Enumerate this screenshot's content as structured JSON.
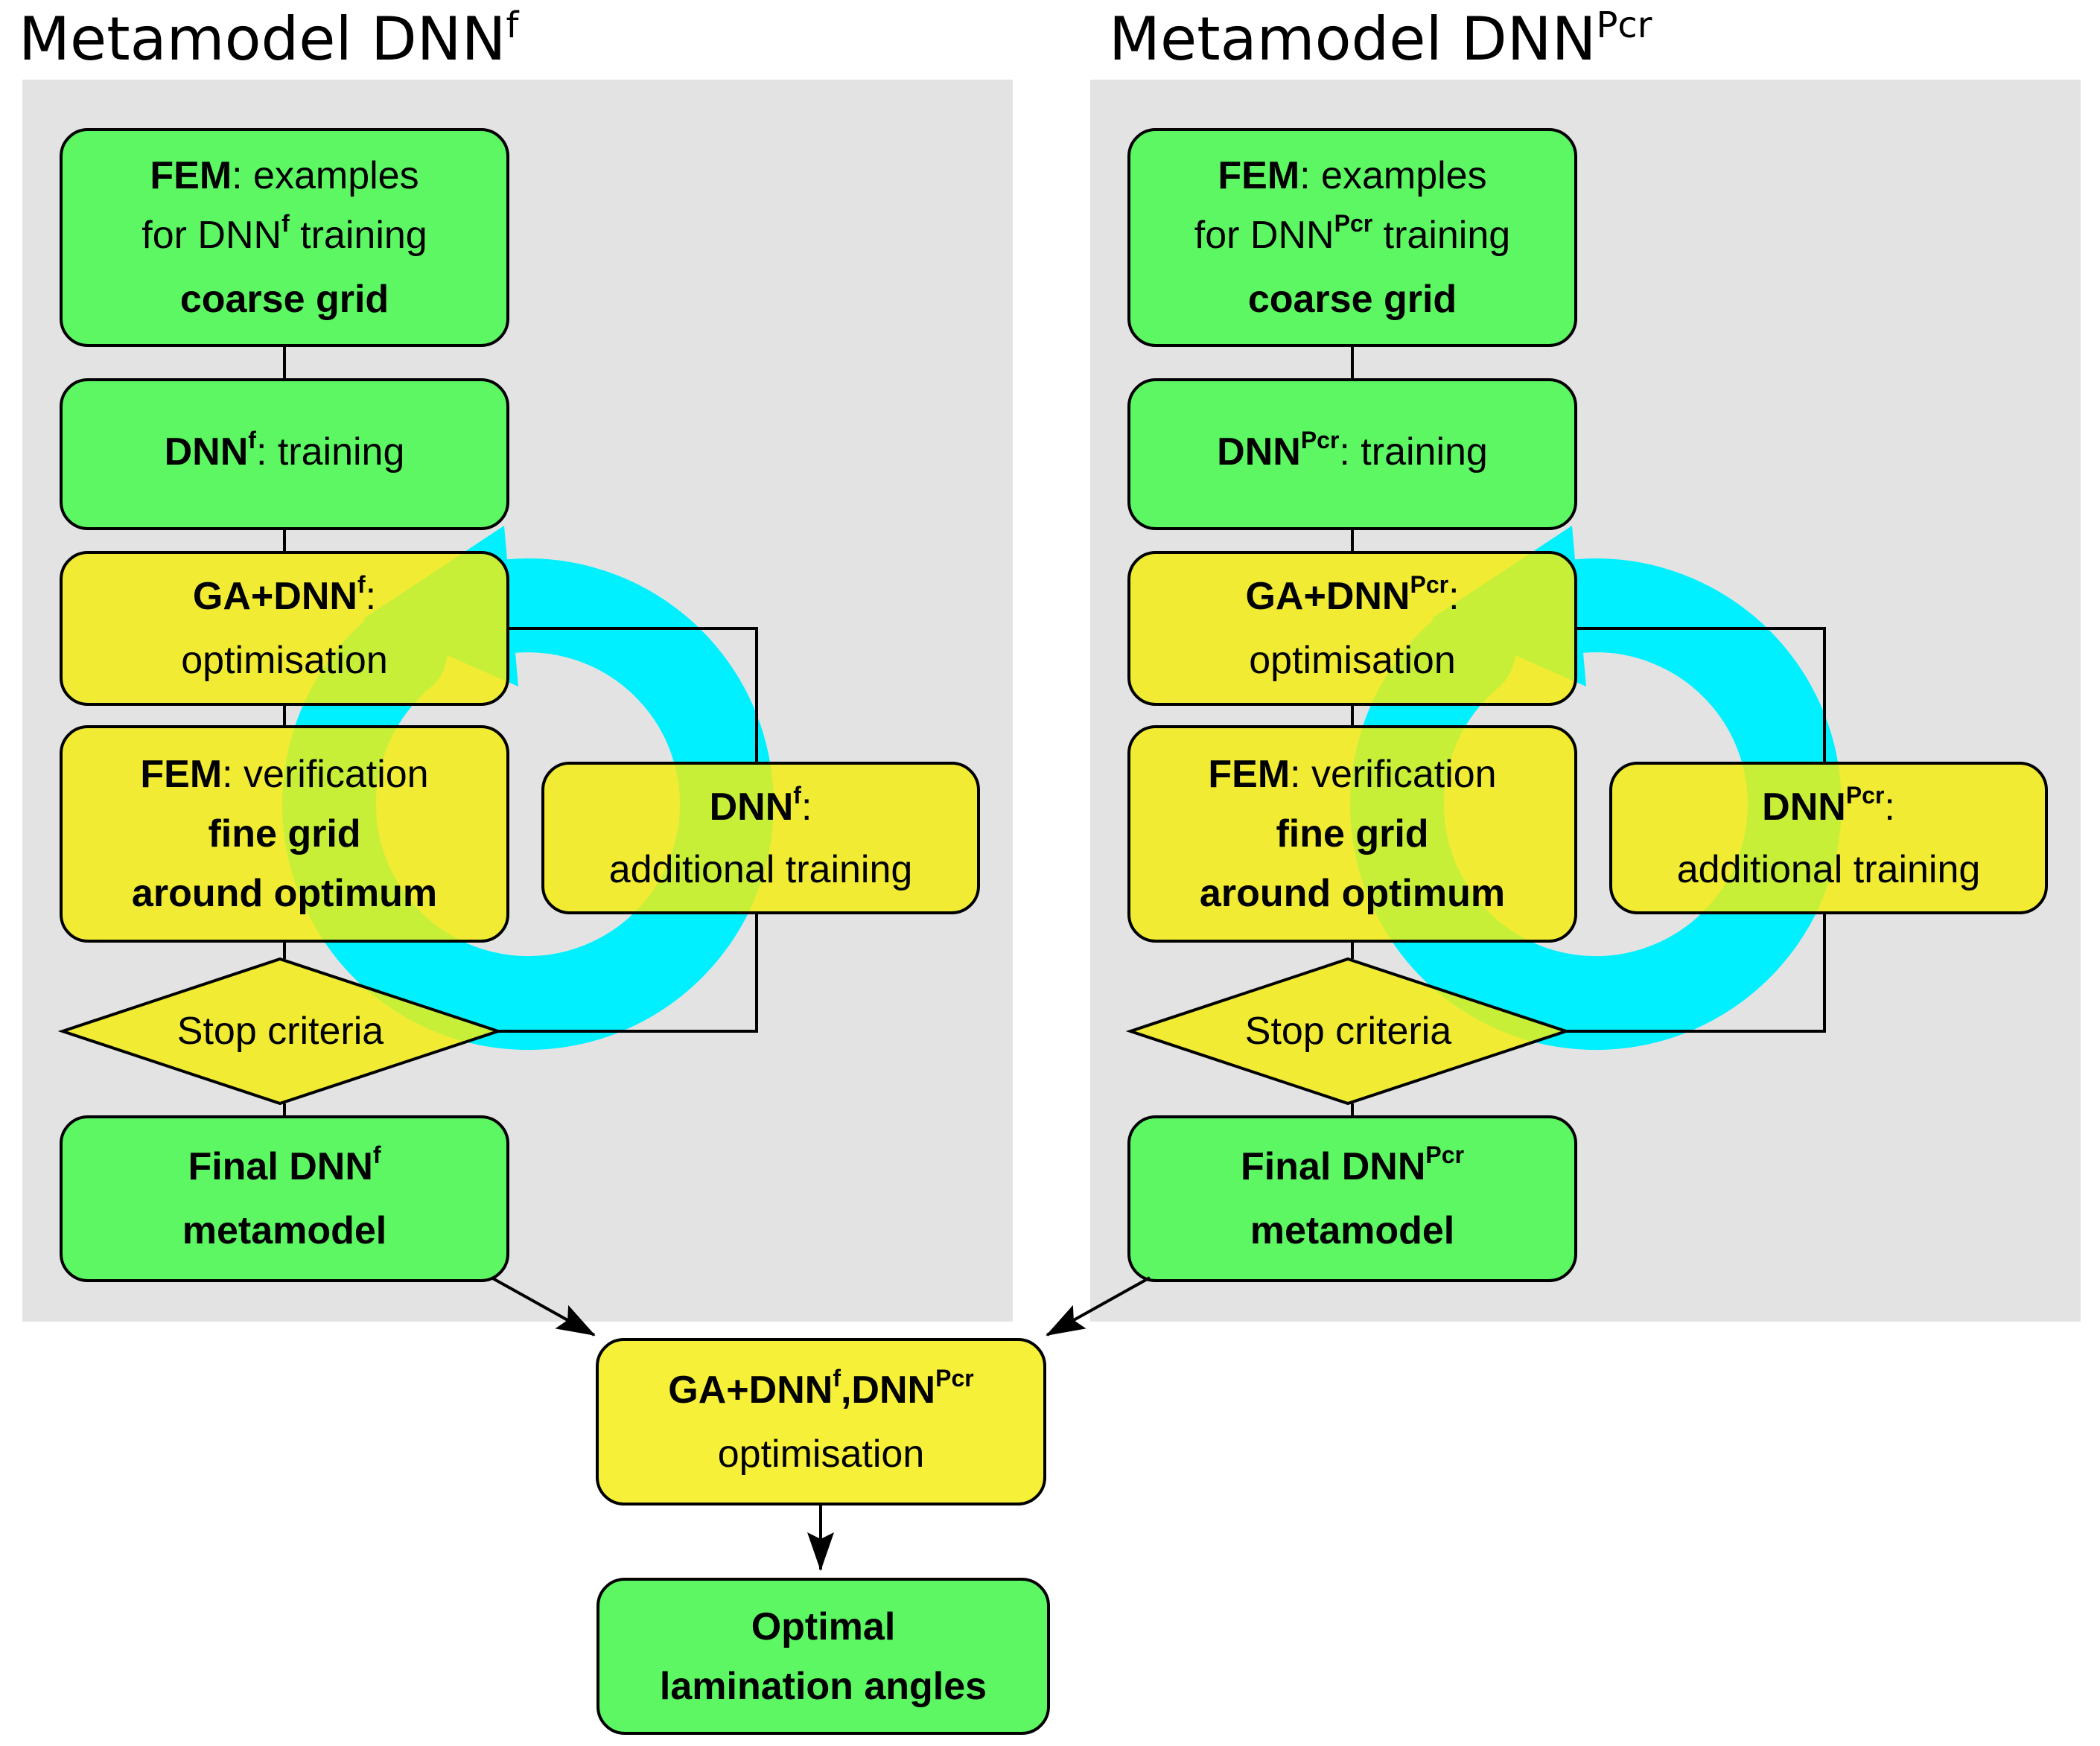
{
  "diagram_type": "flowchart",
  "colors": {
    "background": "#ffffff",
    "panel_background": "#e3e3e3",
    "green_node": "#5cf763",
    "yellow_node": "#f4ee0c",
    "loop_arrow_cyan": "#00f0ff",
    "line": "#000000"
  },
  "panels": [
    {
      "title": [
        {
          "t": "Metamodel DNN"
        },
        {
          "t": "f",
          "sup": true
        }
      ],
      "boxes": {
        "fem_examples": {
          "lines": [
            [
              {
                "t": "FEM",
                "b": true
              },
              {
                "t": ": examples"
              }
            ],
            [
              {
                "t": "for DNN"
              },
              {
                "t": "f",
                "b": true,
                "sup": true
              },
              {
                "t": " training"
              }
            ],
            [
              {
                "t": "coarse grid",
                "b": true
              }
            ]
          ]
        },
        "dnn_training": {
          "lines": [
            [
              {
                "t": "DNN",
                "b": true
              },
              {
                "t": "f",
                "b": true,
                "sup": true
              },
              {
                "t": ": training"
              }
            ]
          ]
        },
        "ga_optimisation": {
          "lines": [
            [
              {
                "t": "GA+DNN",
                "b": true
              },
              {
                "t": "f",
                "b": true,
                "sup": true
              },
              {
                "t": ":"
              }
            ],
            [
              {
                "t": "optimisation"
              }
            ]
          ]
        },
        "fem_verification": {
          "lines": [
            [
              {
                "t": "FEM",
                "b": true
              },
              {
                "t": ": verification"
              }
            ],
            [
              {
                "t": "fine grid",
                "b": true
              }
            ],
            [
              {
                "t": "around optimum",
                "b": true
              }
            ]
          ]
        },
        "stop_criteria": {
          "lines": [
            [
              {
                "t": "Stop criteria"
              }
            ]
          ]
        },
        "final_metamodel": {
          "lines": [
            [
              {
                "t": "Final DNN",
                "b": true
              },
              {
                "t": "f",
                "b": true,
                "sup": true
              }
            ],
            [
              {
                "t": "metamodel",
                "b": true
              }
            ]
          ]
        },
        "additional_training": {
          "lines": [
            [
              {
                "t": "DNN",
                "b": true
              },
              {
                "t": "f",
                "b": true,
                "sup": true
              },
              {
                "t": ":"
              }
            ],
            [
              {
                "t": "additional training"
              }
            ]
          ]
        }
      }
    },
    {
      "title": [
        {
          "t": "Metamodel DNN"
        },
        {
          "t": "Pcr",
          "sup": true
        }
      ],
      "boxes": {
        "fem_examples": {
          "lines": [
            [
              {
                "t": "FEM",
                "b": true
              },
              {
                "t": ": examples"
              }
            ],
            [
              {
                "t": "for DNN"
              },
              {
                "t": "Pcr",
                "b": true,
                "sup": true
              },
              {
                "t": " training"
              }
            ],
            [
              {
                "t": "coarse grid",
                "b": true
              }
            ]
          ]
        },
        "dnn_training": {
          "lines": [
            [
              {
                "t": "DNN",
                "b": true
              },
              {
                "t": "Pcr",
                "b": true,
                "sup": true
              },
              {
                "t": ": training"
              }
            ]
          ]
        },
        "ga_optimisation": {
          "lines": [
            [
              {
                "t": "GA+DNN",
                "b": true
              },
              {
                "t": "Pcr",
                "b": true,
                "sup": true
              },
              {
                "t": ":"
              }
            ],
            [
              {
                "t": "optimisation"
              }
            ]
          ]
        },
        "fem_verification": {
          "lines": [
            [
              {
                "t": "FEM",
                "b": true
              },
              {
                "t": ": verification"
              }
            ],
            [
              {
                "t": "fine grid",
                "b": true
              }
            ],
            [
              {
                "t": "around optimum",
                "b": true
              }
            ]
          ]
        },
        "stop_criteria": {
          "lines": [
            [
              {
                "t": "Stop criteria"
              }
            ]
          ]
        },
        "final_metamodel": {
          "lines": [
            [
              {
                "t": "Final DNN",
                "b": true
              },
              {
                "t": "Pcr",
                "b": true,
                "sup": true
              }
            ],
            [
              {
                "t": "metamodel",
                "b": true
              }
            ]
          ]
        },
        "additional_training": {
          "lines": [
            [
              {
                "t": "DNN",
                "b": true
              },
              {
                "t": "Pcr",
                "b": true,
                "sup": true
              },
              {
                "t": ":"
              }
            ],
            [
              {
                "t": "additional training"
              }
            ]
          ]
        }
      }
    }
  ],
  "bottom": {
    "optimisation": {
      "lines": [
        [
          {
            "t": "GA+DNN",
            "b": true
          },
          {
            "t": "f",
            "b": true,
            "sup": true
          },
          {
            "t": ",DNN",
            "b": true
          },
          {
            "t": "Pcr",
            "b": true,
            "sup": true
          }
        ],
        [
          {
            "t": "optimisation"
          }
        ]
      ]
    },
    "result": {
      "lines": [
        [
          {
            "t": "Optimal",
            "b": true
          }
        ],
        [
          {
            "t": "lamination angles",
            "b": true
          }
        ]
      ]
    }
  }
}
